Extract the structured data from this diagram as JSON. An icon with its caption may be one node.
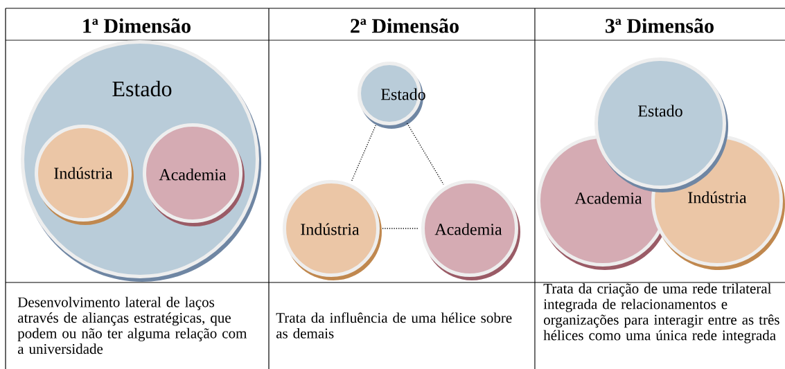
{
  "diagram": {
    "nodes": [
      {
        "text": [
          "Estado"
        ]
      },
      {
        "text": [
          "Indústria"
        ],
        "in": 0
      },
      {
        "text": [
          "Academia"
        ],
        "in": 0
      },
      {
        "text": [
          "Estado"
        ]
      },
      {
        "text": [
          "Indústria"
        ]
      },
      {
        "text": [
          "Academia"
        ]
      },
      {
        "text": [
          "Estado"
        ]
      },
      {
        "text": [
          "Academia"
        ]
      },
      {
        "text": [
          "Indústria"
        ]
      }
    ],
    "edges": [
      {
        "from": 3,
        "to": 4,
        "arrow": "none",
        "style": "dashed"
      },
      {
        "from": 3,
        "to": 5,
        "arrow": "none",
        "style": "dashed"
      },
      {
        "from": 4,
        "to": 5,
        "arrow": "none",
        "style": "dashed"
      }
    ],
    "labels": [
      "1ª Dimensão",
      "2ª Dimensão",
      "3ª Dimensão",
      "Desenvolvimento lateral de laços através de alianças estratégicas, que podem ou não ter alguma relação com a universidade",
      "Trata da influência de uma hélice sobre as demais",
      "Trata da criação de uma rede trilateral integrada de relacionamentos e organizações para interagir entre as três hélices como uma única rede integrada"
    ]
  }
}
